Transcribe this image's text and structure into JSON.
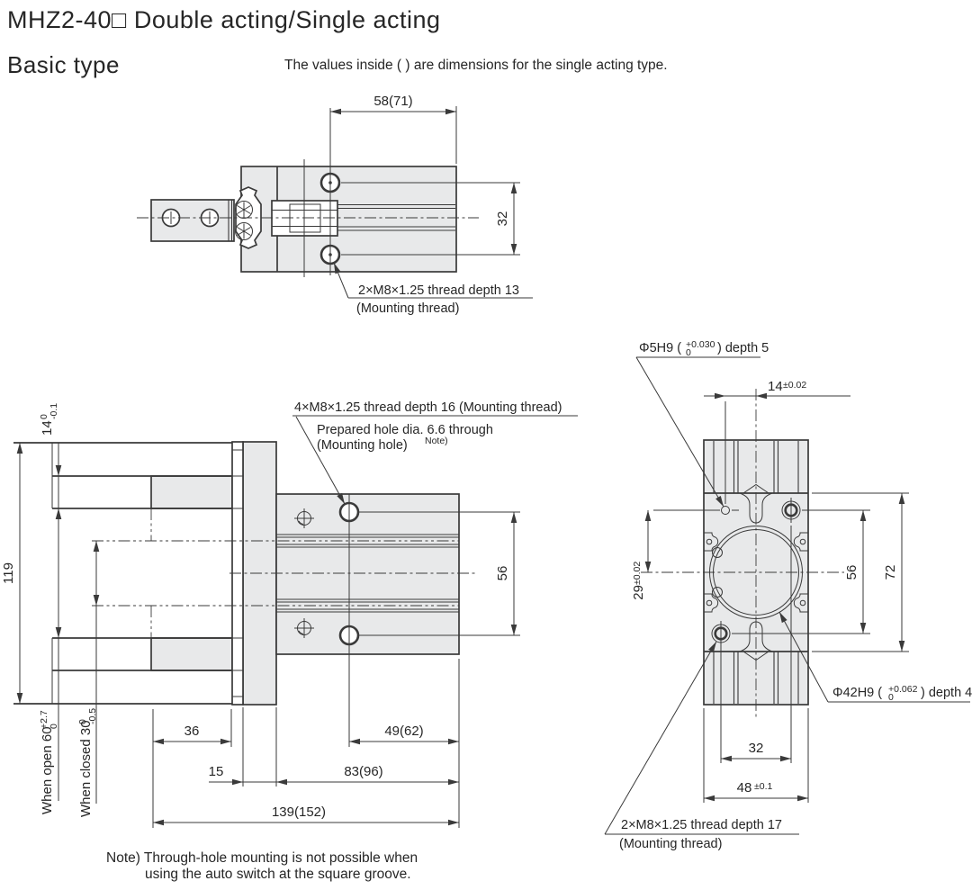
{
  "header": {
    "title": "MHZ2-40□ Double acting/Single acting",
    "subtitle": "Basic type",
    "note": "The values inside ( ) are dimensions for the single acting type."
  },
  "top_view": {
    "dim_58": "58(71)",
    "dim_32": "32",
    "thread_line1": "2×M8×1.25 thread depth 13",
    "thread_line2": "(Mounting thread)"
  },
  "front_view": {
    "dim_119": "119",
    "dim_14": {
      "nominal": "14",
      "tol_upper": "0",
      "tol_lower": "-0.1"
    },
    "mount_thread_label": "4×M8×1.25 thread depth 16 (Mounting thread)",
    "prepared_hole_line1": "Prepared hole dia. 6.6 through",
    "prepared_hole_line2": "(Mounting hole)",
    "prepared_hole_note_ref": "Note)",
    "dim_56": "56",
    "dim_36": "36",
    "dim_15": "15",
    "dim_49": "49(62)",
    "dim_83": "83(96)",
    "dim_139": "139(152)",
    "when_open": {
      "label": "When open 60",
      "tol_upper": "+2.7",
      "tol_lower": "0"
    },
    "when_closed": {
      "label": "When closed 30",
      "tol_upper": "0",
      "tol_lower": "-0.5"
    }
  },
  "side_view": {
    "pin_label": {
      "prefix": "Φ5H9 (",
      "tol_upper": "+0.030",
      "tol_lower": "0",
      "suffix": ") depth 5"
    },
    "dim_14": {
      "nominal": "14",
      "tol": "±0.02"
    },
    "dim_29": {
      "nominal": "29",
      "tol": "±0.02"
    },
    "dim_56": "56",
    "dim_72": "72",
    "bore_label": {
      "prefix": "Φ42H9 (",
      "tol_upper": "+0.062",
      "tol_lower": "0",
      "suffix": ") depth 4"
    },
    "dim_32": "32",
    "dim_48": {
      "nominal": "48",
      "tol": "±0.1"
    },
    "thread_line1": "2×M8×1.25 thread depth 17",
    "thread_line2": "(Mounting thread)"
  },
  "footer": {
    "note_line1": "Note) Through-hole mounting is not possible when",
    "note_line2": "using the auto switch at the square groove."
  },
  "colors": {
    "line": "#3a3a3a",
    "fill": "#e8e9ea",
    "background": "#ffffff"
  }
}
